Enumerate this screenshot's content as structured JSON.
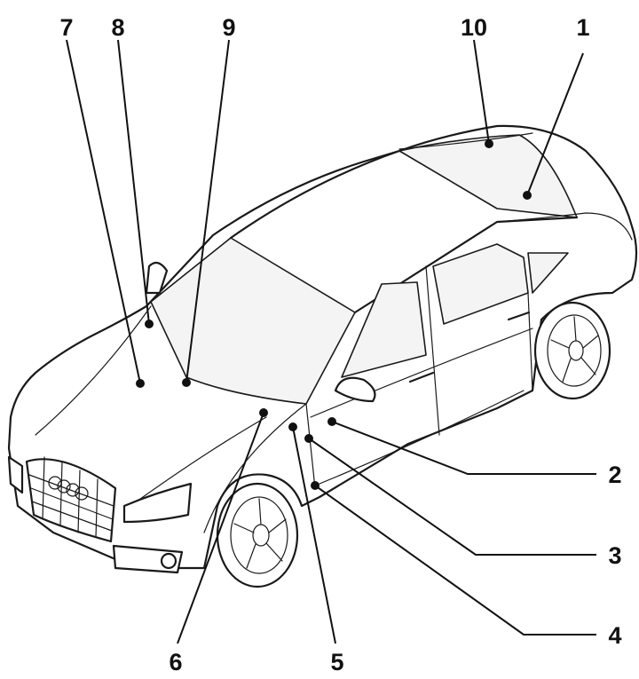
{
  "figure": {
    "title": "",
    "subject": "sedan-overview",
    "accent_color": "#111111"
  },
  "callouts": [
    {
      "id": "c1",
      "label": "1"
    },
    {
      "id": "c2",
      "label": "2"
    },
    {
      "id": "c3",
      "label": "3"
    },
    {
      "id": "c4",
      "label": "4"
    },
    {
      "id": "c5",
      "label": "5"
    },
    {
      "id": "c6",
      "label": "6"
    },
    {
      "id": "c7",
      "label": "7"
    },
    {
      "id": "c8",
      "label": "8"
    },
    {
      "id": "c9",
      "label": "9"
    },
    {
      "id": "c10",
      "label": "10"
    }
  ]
}
